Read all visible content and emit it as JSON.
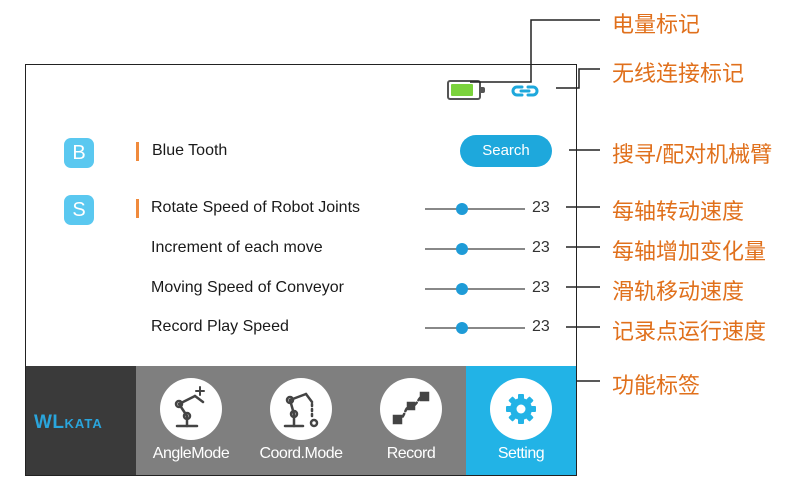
{
  "status": {
    "battery_level": 0.85,
    "battery_color": "#7bd23c",
    "link_icon": "link-icon"
  },
  "bluetooth": {
    "badge": "B",
    "label": "Blue Tooth",
    "search_label": "Search"
  },
  "settings": {
    "badge": "S",
    "rows": [
      {
        "label": "Rotate Speed of Robot Joints",
        "value": "23",
        "level": 0.37
      },
      {
        "label": "Increment   of   each   move",
        "value": "23",
        "level": 0.37
      },
      {
        "label": "Moving Speed of Conveyor",
        "value": "23",
        "level": 0.37
      },
      {
        "label": "Record  Play  Speed",
        "value": "23",
        "level": 0.37
      }
    ]
  },
  "tabs": {
    "brand": "WL",
    "brand_suffix": "KATA",
    "items": [
      {
        "label": "AngleMode",
        "icon": "angle-mode-icon"
      },
      {
        "label": "Coord.Mode",
        "icon": "coord-mode-icon"
      },
      {
        "label": "Record",
        "icon": "record-icon"
      },
      {
        "label": "Setting",
        "icon": "gear-icon",
        "active": true
      }
    ]
  },
  "annotations": [
    "电量标记",
    "无线连接标记",
    "搜寻/配对机械臂",
    "每轴转动速度",
    "每轴增加变化量",
    "滑轨移动速度",
    "记录点运行速度",
    "功能标签"
  ],
  "colors": {
    "accent": "#1ea8dc",
    "annotation": "#e0701c",
    "orange_bar": "#f08a3c",
    "tab_active": "#22b3e6"
  }
}
